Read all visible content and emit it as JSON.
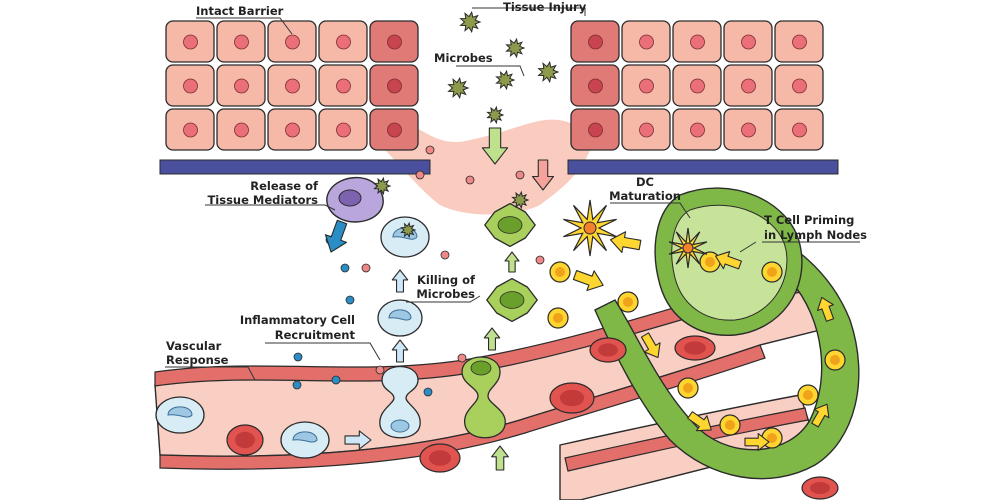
{
  "labels": {
    "intact_barrier": "Intact Barrier",
    "tissue_injury": "Tissue Injury",
    "microbes": "Microbes",
    "release_line1": "Release of",
    "release_line2": "Tissue Mediators",
    "dc_line1": "DC",
    "dc_line2": "Maturation",
    "tcell_line1": "T Cell Priming",
    "tcell_line2": "in Lymph Nodes",
    "killing_line1": "Killing of",
    "killing_line2": "Microbes",
    "inflam_line1": "Inflammatory Cell",
    "inflam_line2": "Recruitment",
    "vascular_line1": "Vascular",
    "vascular_line2": "Response"
  },
  "colors": {
    "skin_cell": "#f6b9a8",
    "skin_cell_injured": "#e07a77",
    "nucleus": "#ea6f78",
    "basement": "#4a4f9e",
    "wound": "#f8c7b8",
    "microbe": "#8c9a4c",
    "mediator_cell": "#b9a6dd",
    "leukocyte": "#d8ecf6",
    "leukocyte_nucleus": "#9ec7e4",
    "mediator_dot": "#2a8dc6",
    "macrophage": "#a9d05c",
    "macrophage_nucleus": "#6b9f2c",
    "dc_yellow": "#ffd530",
    "lymph_green": "#7fb846",
    "lymph_inner": "#c7e39a",
    "vessel": "#f8cfc2",
    "vessel_wall": "#e26f6a",
    "rbc": "#e0534f",
    "arrow_blue": "#cfe7f6",
    "arrow_green": "#bfe08c",
    "arrow_red": "#f4a29a"
  }
}
